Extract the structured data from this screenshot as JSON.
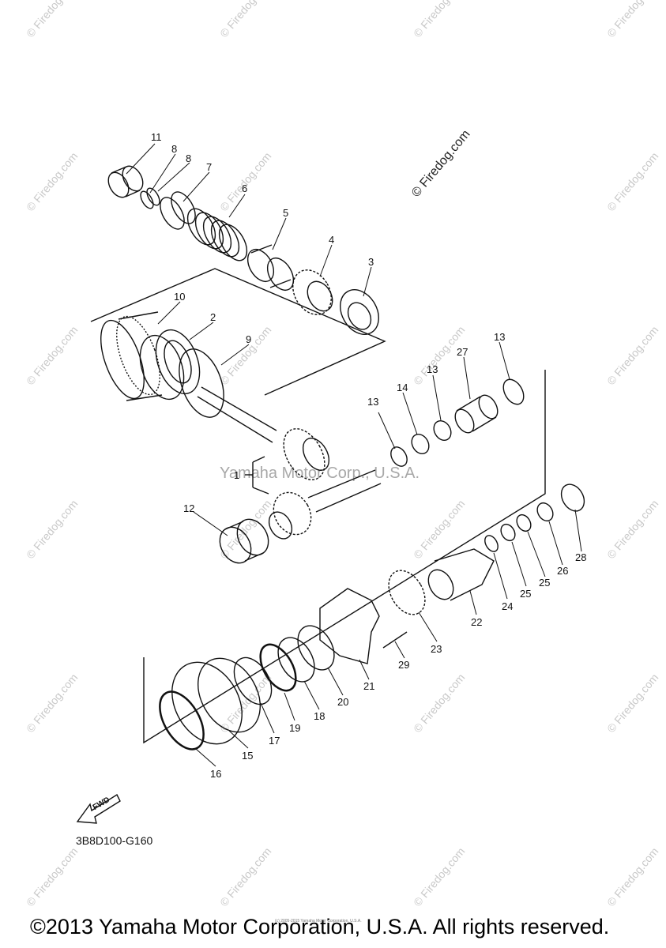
{
  "diagram_code": "3B8D100-G160",
  "copyright": "©2013 Yamaha Motor Corporation, U.S.A. All rights reserved.",
  "tiny_copyright": "(c) 2005-2015 Yamaha Motor Corporation, U.S.A.",
  "center_watermark": "Yamaha Motor Corp., U.S.A.",
  "watermark_text": "© Firedog.com",
  "fwd_label": "FWD",
  "part_labels": [
    "11",
    "8",
    "8",
    "7",
    "6",
    "5",
    "4",
    "3",
    "10",
    "2",
    "9",
    "1",
    "12",
    "13",
    "14",
    "13",
    "27",
    "13",
    "28",
    "26",
    "25",
    "25",
    "24",
    "22",
    "23",
    "29",
    "21",
    "20",
    "18",
    "19",
    "17",
    "15",
    "16"
  ]
}
